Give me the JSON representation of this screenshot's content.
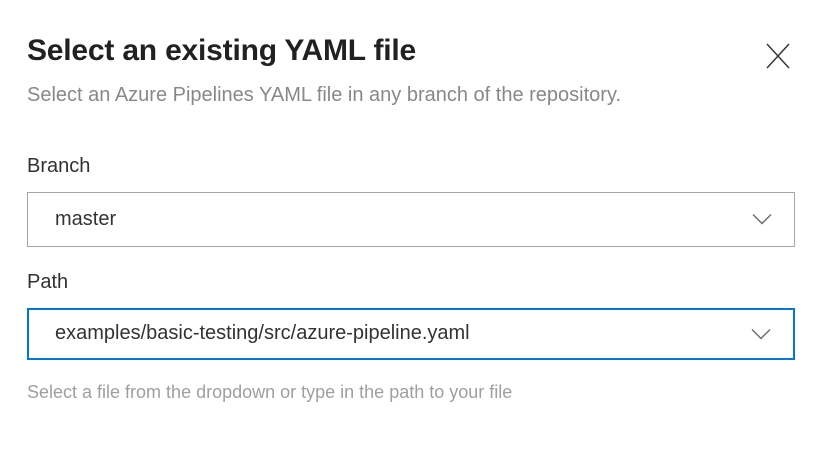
{
  "dialog": {
    "title": "Select an existing YAML file",
    "subtitle": "Select an Azure Pipelines YAML file in any branch of the repository."
  },
  "form": {
    "branch": {
      "label": "Branch",
      "value": "master"
    },
    "path": {
      "label": "Path",
      "value": "examples/basic-testing/src/azure-pipeline.yaml",
      "helper": "Select a file from the dropdown or type in the path to your file"
    }
  },
  "icons": {
    "close": "close-icon",
    "chevron": "chevron-down-icon"
  },
  "colors": {
    "accent": "#0078d4",
    "title_text": "#212121",
    "muted_text": "#8a8886",
    "helper_text": "#a19f9d",
    "border": "#a6a6a6"
  }
}
